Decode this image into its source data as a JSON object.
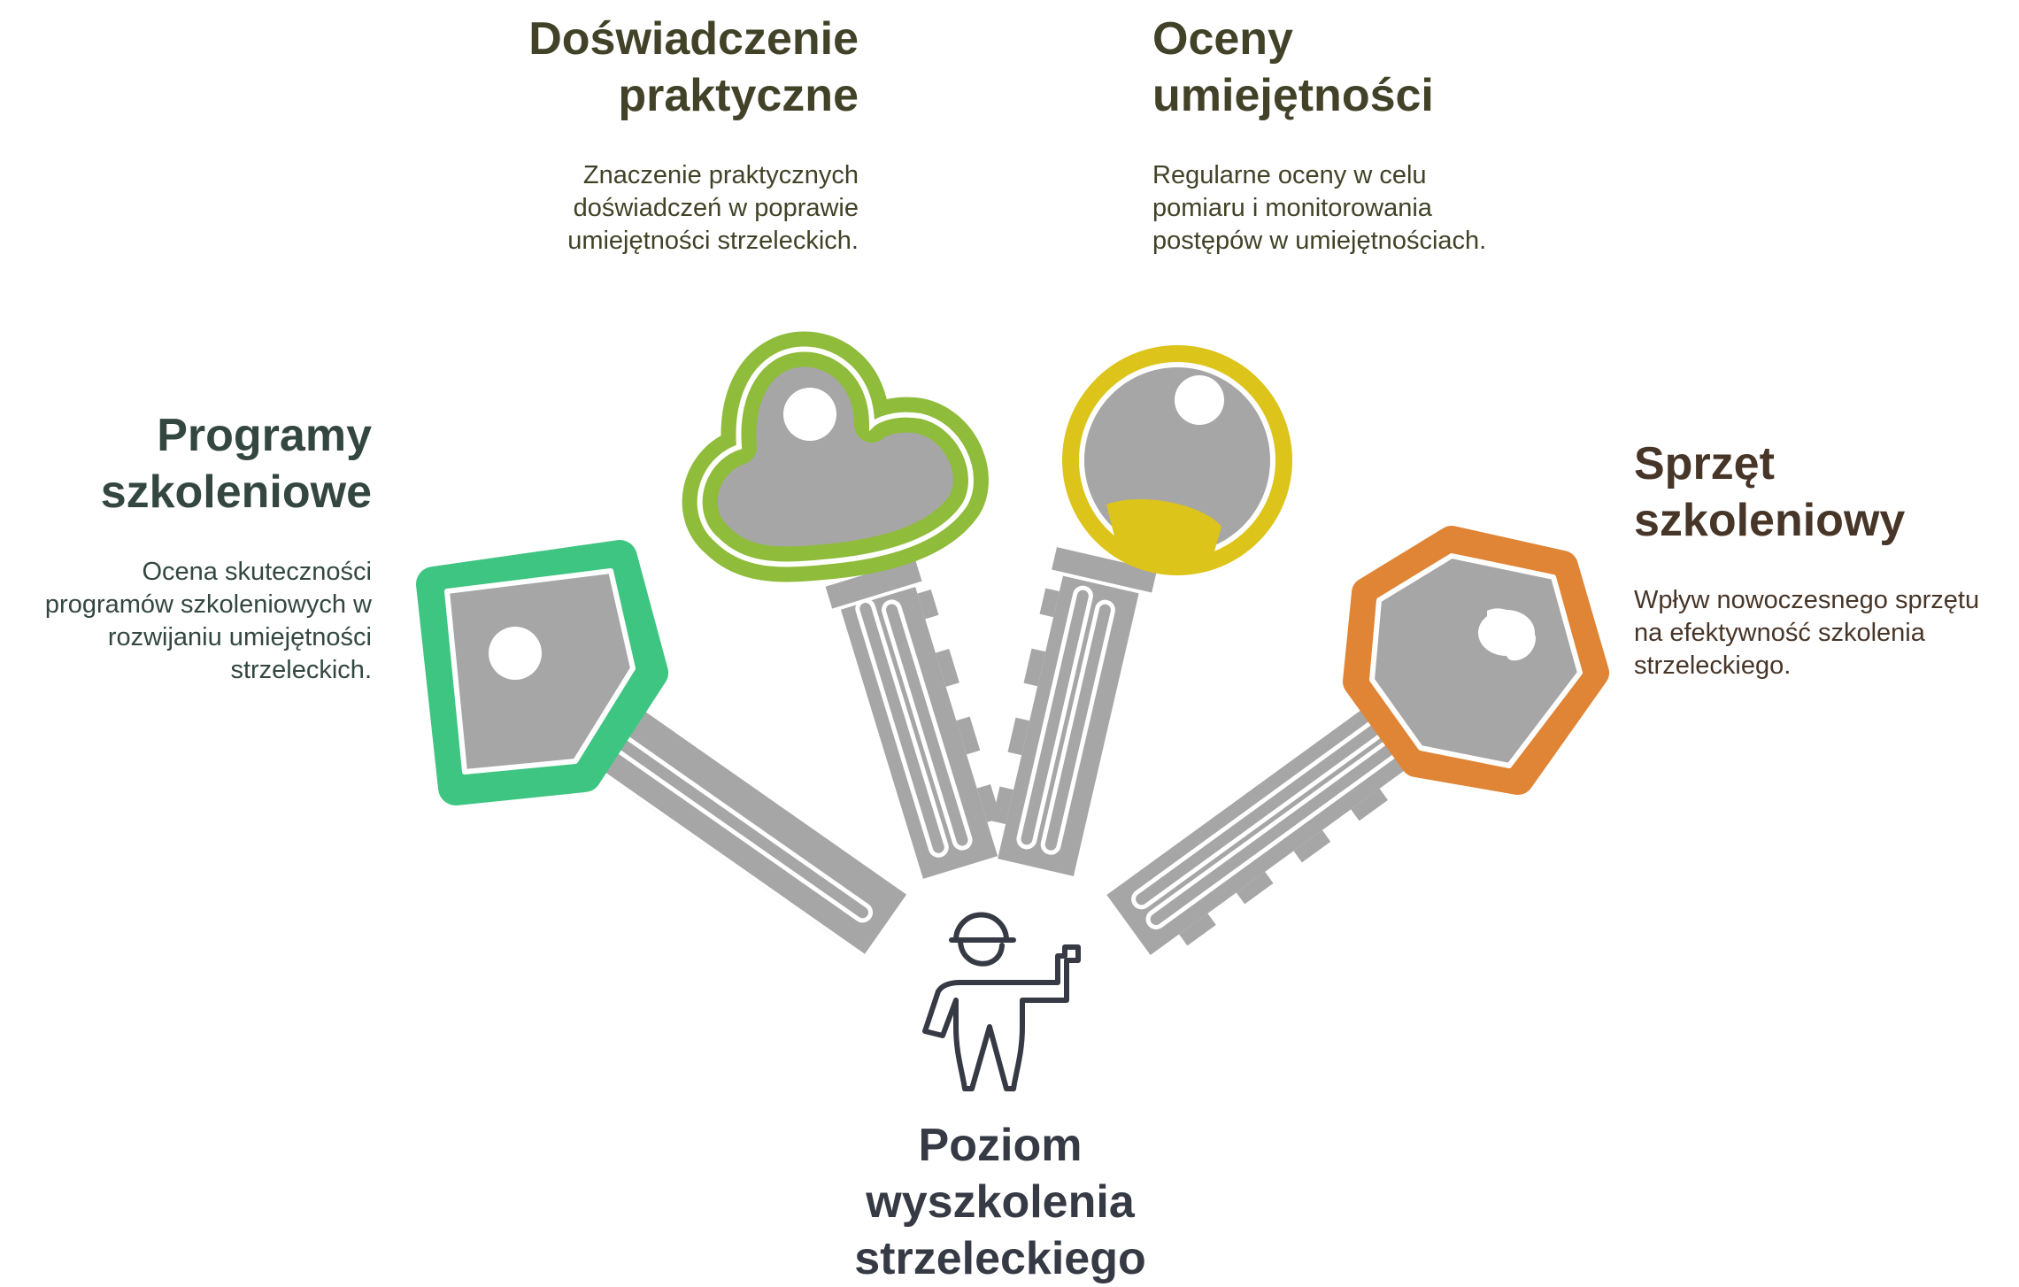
{
  "colors": {
    "green": "#3fc582",
    "lime": "#8fbc3a",
    "yellow": "#ddc41b",
    "orange": "#e08435",
    "key_gray": "#a6a6a6",
    "figure_stroke": "#353a44"
  },
  "items": {
    "programy": {
      "title_line1": "Programy",
      "title_line2": "szkoleniowe",
      "desc_line1": "Ocena skuteczności",
      "desc_line2": "programów szkoleniowych w",
      "desc_line3": "rozwijaniu umiejętności",
      "desc_line4": "strzeleckich.",
      "icon": "green-diamond-key-icon"
    },
    "doswiadczenie": {
      "title_line1": "Doświadczenie",
      "title_line2": "praktyczne",
      "desc_line1": "Znaczenie praktycznych",
      "desc_line2": "doświadczeń w poprawie",
      "desc_line3": "umiejętności strzeleckich.",
      "icon": "lime-cloud-key-icon"
    },
    "oceny": {
      "title_line1": "Oceny",
      "title_line2": "umiejętności",
      "desc_line1": "Regularne oceny w celu",
      "desc_line2": "pomiaru i monitorowania",
      "desc_line3": "postępów w umiejętnościach.",
      "icon": "yellow-round-key-icon"
    },
    "sprzet": {
      "title_line1": "Sprzęt",
      "title_line2": "szkoleniowy",
      "desc_line1": "Wpływ nowoczesnego sprzętu",
      "desc_line2": "na efektywność szkolenia",
      "desc_line3": "strzeleckiego.",
      "icon": "orange-hexagon-key-icon"
    }
  },
  "center": {
    "title_line1": "Poziom",
    "title_line2": "wyszkolenia",
    "title_line3": "strzeleckiego",
    "icon": "shooter-figure-icon"
  }
}
